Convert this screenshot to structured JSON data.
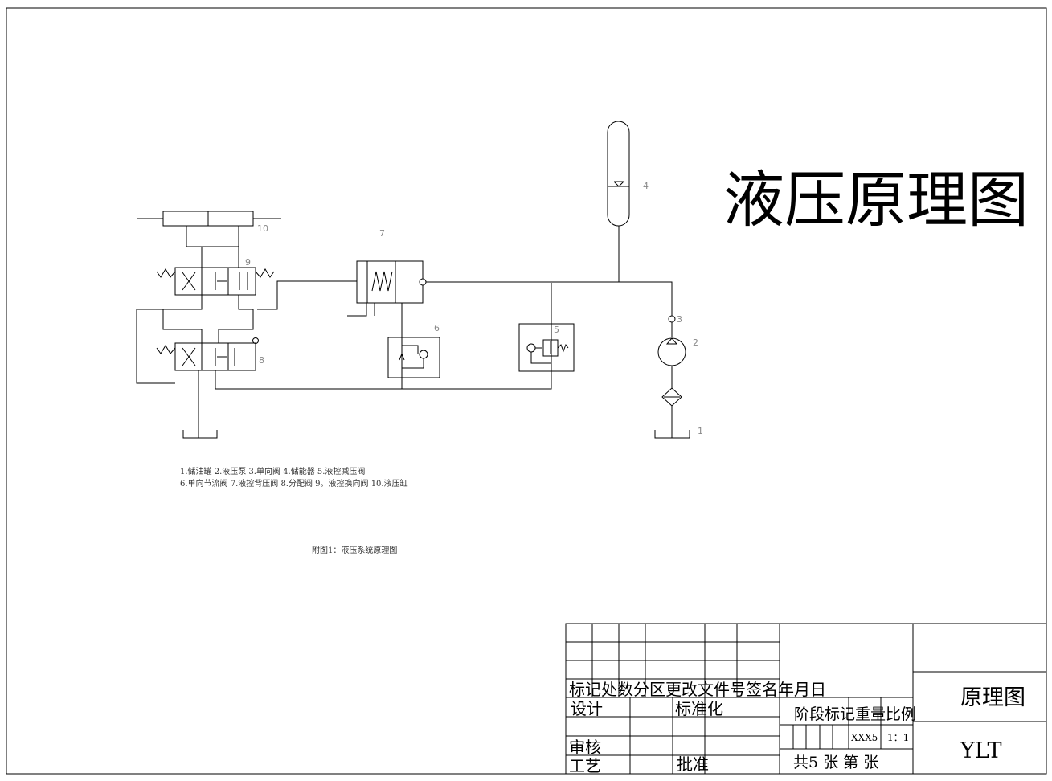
{
  "drawing": {
    "big_title": "液压原理图",
    "legend_line1": "1.储油罐  2.液压泵  3.单向阀  4.储能器  5.液控减压阀",
    "legend_line2": "6.单向节流阀  7.液控背压阀  8.分配阀  9。液控换向阀  10.液压缸",
    "caption": "附图1：液压系统原理图",
    "labels": {
      "n1": "1",
      "n2": "2",
      "n3": "3",
      "n4": "4",
      "n5": "5",
      "n6": "6",
      "n7": "7",
      "n8": "8",
      "n9": "9",
      "n10": "10"
    }
  },
  "title_block": {
    "header_row": "标记处数分区更改文件号签名年月日",
    "design": "设计",
    "standardization": "标准化",
    "review": "审核",
    "process": "工艺",
    "approve": "批准",
    "stage_row": "阶段标记重量比例",
    "weight": "XXX5",
    "scale": "1：1",
    "sheets_row": "共5 张 第 张",
    "drawing_name": "原理图",
    "drawing_code": "YLT"
  }
}
